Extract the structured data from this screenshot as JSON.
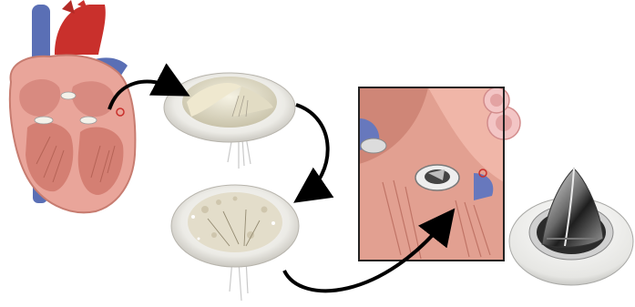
{
  "diagram": {
    "panels": [
      {
        "id": "heart",
        "icon": "heart-cross-section-icon"
      },
      {
        "id": "healthy-valve",
        "icon": "valve-healthy-icon"
      },
      {
        "id": "diseased-valve",
        "icon": "valve-calcified-icon"
      },
      {
        "id": "implanted-valve",
        "icon": "heart-implant-closeup-icon"
      },
      {
        "id": "mechanical-valve",
        "icon": "mechanical-tilting-disc-valve-icon"
      }
    ],
    "arrows": [
      {
        "from": "heart",
        "to": "healthy-valve"
      },
      {
        "from": "healthy-valve",
        "to": "diseased-valve"
      },
      {
        "from": "diseased-valve",
        "to": "implanted-valve"
      }
    ],
    "colors": {
      "arrow": "#000000",
      "vein_blue": "#5a6fb5",
      "artery_red": "#c9302c",
      "muscle_pink": "#e9a59a",
      "valve_white": "#f1efe8"
    }
  }
}
